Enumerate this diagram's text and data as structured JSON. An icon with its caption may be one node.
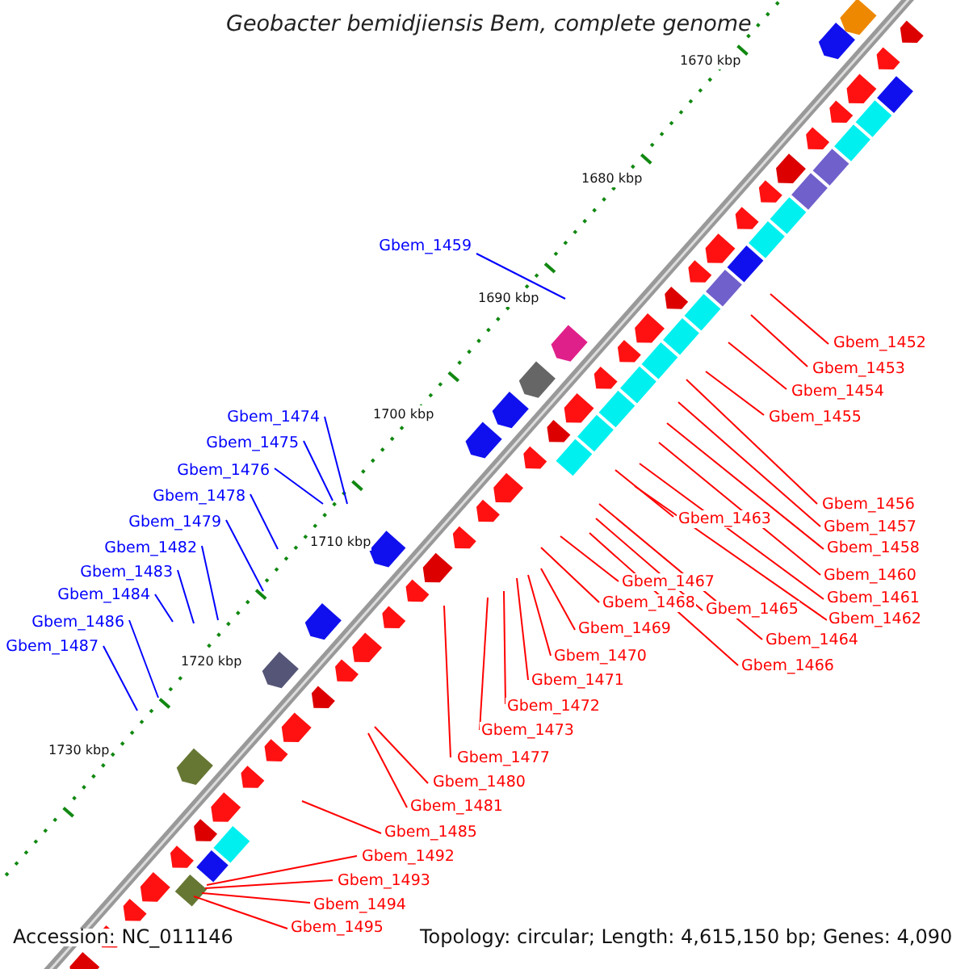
{
  "diagram": {
    "title": "Geobacter bemidjiensis Bem, complete genome",
    "nodes": [
      {
        "text": [
          "Gbem_1459"
        ]
      },
      {
        "text": [
          "Gbem_1474"
        ]
      },
      {
        "text": [
          "Gbem_1475"
        ]
      },
      {
        "text": [
          "Gbem_1476"
        ]
      },
      {
        "text": [
          "Gbem_1478"
        ]
      },
      {
        "text": [
          "Gbem_1479"
        ]
      },
      {
        "text": [
          "Gbem_1482"
        ]
      },
      {
        "text": [
          "Gbem_1483"
        ]
      },
      {
        "text": [
          "Gbem_1484"
        ]
      },
      {
        "text": [
          "Gbem_1486"
        ]
      },
      {
        "text": [
          "Gbem_1487"
        ]
      },
      {
        "text": [
          "Gbem_1452"
        ]
      },
      {
        "text": [
          "Gbem_1453"
        ]
      },
      {
        "text": [
          "Gbem_1454"
        ]
      },
      {
        "text": [
          "Gbem_1455"
        ]
      },
      {
        "text": [
          "Gbem_1456"
        ]
      },
      {
        "text": [
          "Gbem_1457"
        ]
      },
      {
        "text": [
          "Gbem_1458"
        ]
      },
      {
        "text": [
          "Gbem_1460"
        ]
      },
      {
        "text": [
          "Gbem_1461"
        ]
      },
      {
        "text": [
          "Gbem_1462"
        ]
      },
      {
        "text": [
          "Gbem_1463"
        ]
      },
      {
        "text": [
          "Gbem_1464"
        ]
      },
      {
        "text": [
          "Gbem_1465"
        ]
      },
      {
        "text": [
          "Gbem_1466"
        ]
      },
      {
        "text": [
          "Gbem_1467"
        ]
      },
      {
        "text": [
          "Gbem_1468"
        ]
      },
      {
        "text": [
          "Gbem_1469"
        ]
      },
      {
        "text": [
          "Gbem_1470"
        ]
      },
      {
        "text": [
          "Gbem_1471"
        ]
      },
      {
        "text": [
          "Gbem_1472"
        ]
      },
      {
        "text": [
          "Gbem_1473"
        ]
      },
      {
        "text": [
          "Gbem_1477"
        ]
      },
      {
        "text": [
          "Gbem_1480"
        ]
      },
      {
        "text": [
          "Gbem_1481"
        ]
      },
      {
        "text": [
          "Gbem_1485"
        ]
      },
      {
        "text": [
          "Gbem_1492"
        ]
      },
      {
        "text": [
          "Gbem_1493"
        ]
      },
      {
        "text": [
          "Gbem_1494"
        ]
      },
      {
        "text": [
          "Gbem_1495"
        ]
      }
    ],
    "edges": [
      {
        "from": 0,
        "to": null,
        "arrow": "none",
        "color": "#0000ff"
      },
      {
        "from": 1,
        "to": null,
        "arrow": "none",
        "color": "#0000ff"
      },
      {
        "from": 2,
        "to": null,
        "arrow": "none",
        "color": "#0000ff"
      },
      {
        "from": 3,
        "to": null,
        "arrow": "none",
        "color": "#0000ff"
      },
      {
        "from": 4,
        "to": null,
        "arrow": "none",
        "color": "#0000ff"
      },
      {
        "from": 5,
        "to": null,
        "arrow": "none",
        "color": "#0000ff"
      },
      {
        "from": 6,
        "to": null,
        "arrow": "none",
        "color": "#0000ff"
      },
      {
        "from": 7,
        "to": null,
        "arrow": "none",
        "color": "#0000ff"
      },
      {
        "from": 8,
        "to": null,
        "arrow": "none",
        "color": "#0000ff"
      },
      {
        "from": 9,
        "to": null,
        "arrow": "none",
        "color": "#0000ff"
      },
      {
        "from": 10,
        "to": null,
        "arrow": "none",
        "color": "#0000ff"
      },
      {
        "from": 11,
        "to": null,
        "arrow": "none"
      },
      {
        "from": 12,
        "to": null,
        "arrow": "none"
      },
      {
        "from": 13,
        "to": null,
        "arrow": "none"
      },
      {
        "from": 14,
        "to": null,
        "arrow": "none"
      },
      {
        "from": 15,
        "to": null,
        "arrow": "none"
      },
      {
        "from": 16,
        "to": null,
        "arrow": "none"
      },
      {
        "from": 17,
        "to": null,
        "arrow": "none"
      },
      {
        "from": 18,
        "to": null,
        "arrow": "none"
      },
      {
        "from": 19,
        "to": null,
        "arrow": "none"
      },
      {
        "from": 20,
        "to": null,
        "arrow": "none"
      },
      {
        "from": 21,
        "to": null,
        "arrow": "none"
      },
      {
        "from": 22,
        "to": null,
        "arrow": "none"
      },
      {
        "from": 23,
        "to": null,
        "arrow": "none"
      },
      {
        "from": 24,
        "to": null,
        "arrow": "none"
      },
      {
        "from": 25,
        "to": null,
        "arrow": "none"
      },
      {
        "from": 26,
        "to": null,
        "arrow": "none"
      },
      {
        "from": 27,
        "to": null,
        "arrow": "none"
      },
      {
        "from": 28,
        "to": null,
        "arrow": "none"
      },
      {
        "from": 29,
        "to": null,
        "arrow": "none"
      },
      {
        "from": 30,
        "to": null,
        "arrow": "none"
      },
      {
        "from": 31,
        "to": null,
        "arrow": "none"
      },
      {
        "from": 32,
        "to": null,
        "arrow": "none"
      },
      {
        "from": 33,
        "to": null,
        "arrow": "none"
      },
      {
        "from": 34,
        "to": null,
        "arrow": "none"
      },
      {
        "from": 35,
        "to": null,
        "arrow": "none"
      },
      {
        "from": 36,
        "to": null,
        "arrow": "none"
      },
      {
        "from": 37,
        "to": null,
        "arrow": "none"
      },
      {
        "from": 38,
        "to": null,
        "arrow": "none"
      },
      {
        "from": 39,
        "to": null,
        "arrow": "none"
      }
    ],
    "labels": [
      "1670 kbp",
      "1680 kbp",
      "1690 kbp",
      "1700 kbp",
      "1710 kbp",
      "1720 kbp",
      "1730 kbp",
      "Accession: NC_011146",
      "Topology: circular; Length: 4,615,150 bp; Genes: 4,090"
    ]
  }
}
